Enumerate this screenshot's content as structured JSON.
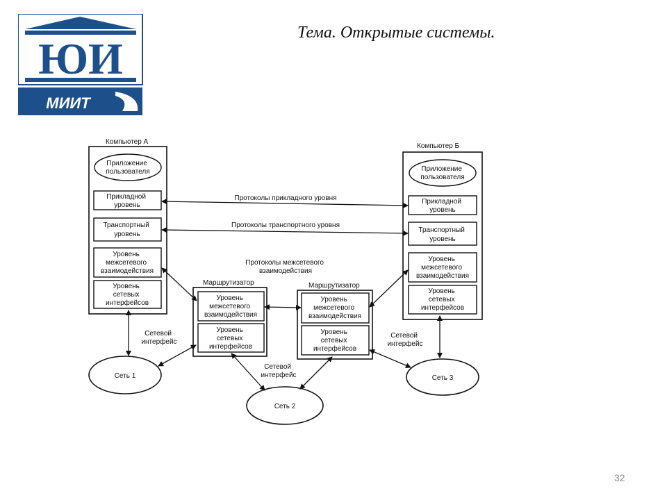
{
  "slide": {
    "title": "Тема. Открытые системы.",
    "page_number": "32"
  },
  "logo": {
    "top_text": "ЮИ",
    "bottom_text": "МИИТ"
  },
  "diagram": {
    "computer_a": {
      "label": "Компьютер А",
      "app": [
        "Приложение",
        "пользователя"
      ],
      "app_level": [
        "Прикладной",
        "уровень"
      ],
      "transport_level": [
        "Транспортный",
        "уровень"
      ],
      "internet_level": [
        "Уровень",
        "межсетевого",
        "взаимодействия"
      ],
      "netif_level": [
        "Уровень",
        "сетевых",
        "интерфейсов"
      ]
    },
    "computer_b": {
      "label": "Компьютер Б",
      "app": [
        "Приложение",
        "пользователя"
      ],
      "app_level": [
        "Прикладной",
        "уровень"
      ],
      "transport_level": [
        "Транспортный",
        "уровень"
      ],
      "internet_level": [
        "Уровень",
        "межсетевого",
        "взаимодействия"
      ],
      "netif_level": [
        "Уровень",
        "сетевых",
        "интерфейсов"
      ]
    },
    "router_1": {
      "label": "Маршрутизатор",
      "internet_level": [
        "Уровень",
        "межсетевого",
        "взаимодействия"
      ],
      "netif_level": [
        "Уровень",
        "сетевых",
        "интерфейсов"
      ]
    },
    "router_2": {
      "label": "Маршрутизатор",
      "internet_level": [
        "Уровень",
        "межсетевого",
        "взаимодействия"
      ],
      "netif_level": [
        "Уровень",
        "сетевых",
        "интерфейсов"
      ]
    },
    "protocols": {
      "application": "Протоколы прикладного уровня",
      "transport": "Протоколы транспортного уровня",
      "internet": [
        "Протоколы межсетевого",
        "взаимодействия"
      ]
    },
    "network_interface_label": [
      "Сетевой",
      "интерфейс"
    ],
    "networks": {
      "net1": "Сеть 1",
      "net2": "Сеть 2",
      "net3": "Сеть 3"
    }
  }
}
